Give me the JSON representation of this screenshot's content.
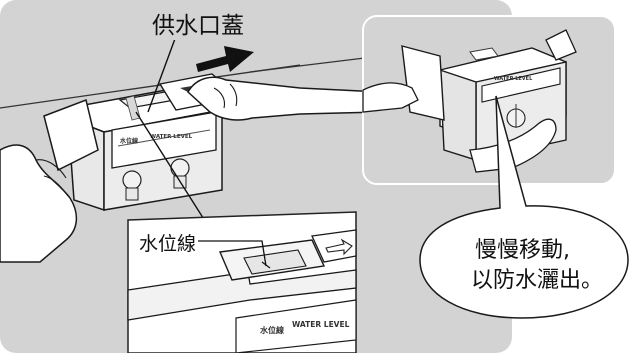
{
  "labels": {
    "water_supply_cover": "供水口蓋",
    "water_level_line": "水位線"
  },
  "callout": {
    "line1": "慢慢移動,",
    "line2": "以防水灑出。"
  },
  "embossed": {
    "panel_left_small": "水位線",
    "panel_left_text": "WATER LEVEL",
    "panel_right_text": "WATER LEVEL",
    "inset_panel_small": "水位線",
    "inset_panel_text": "WATER LEVEL"
  },
  "colors": {
    "background_gray": "#d3d3d3",
    "panel_white": "#ffffff",
    "line": "#1a1a1a"
  },
  "icons": [
    "arrow-right-icon",
    "hand-icon",
    "tank-icon"
  ]
}
